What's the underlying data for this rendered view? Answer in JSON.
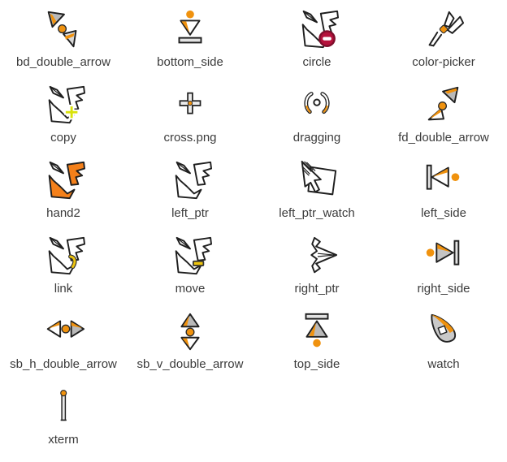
{
  "window": {
    "background": "#ffffff"
  },
  "palette": {
    "outline": "#1f1f1f",
    "orange": "#f0920e",
    "hand_orange": "#f4801a",
    "gray_fill": "#b9b9b9",
    "light_gray": "#e3e3e3",
    "red_badge": "#b5123c",
    "red_badge_ring": "#7e0e2c",
    "yellow_green_plus": "#d9e20a",
    "gold": "#eec50e",
    "label_text": "#3b3b3b"
  },
  "cursor_grid": {
    "items": [
      {
        "label": "bd_double_arrow",
        "icon": "bd-double-arrow-cursor-icon"
      },
      {
        "label": "bottom_side",
        "icon": "bottom-side-cursor-icon"
      },
      {
        "label": "circle",
        "icon": "circle-cursor-icon"
      },
      {
        "label": "color-picker",
        "icon": "color-picker-cursor-icon"
      },
      {
        "label": "copy",
        "icon": "copy-cursor-icon"
      },
      {
        "label": "cross.png",
        "icon": "cross-cursor-icon"
      },
      {
        "label": "dragging",
        "icon": "dragging-cursor-icon"
      },
      {
        "label": "fd_double_arrow",
        "icon": "fd-double-arrow-cursor-icon"
      },
      {
        "label": "hand2",
        "icon": "hand2-cursor-icon"
      },
      {
        "label": "left_ptr",
        "icon": "left-ptr-cursor-icon"
      },
      {
        "label": "left_ptr_watch",
        "icon": "left-ptr-watch-cursor-icon"
      },
      {
        "label": "left_side",
        "icon": "left-side-cursor-icon"
      },
      {
        "label": "link",
        "icon": "link-cursor-icon"
      },
      {
        "label": "move",
        "icon": "move-cursor-icon"
      },
      {
        "label": "right_ptr",
        "icon": "right-ptr-cursor-icon"
      },
      {
        "label": "right_side",
        "icon": "right-side-cursor-icon"
      },
      {
        "label": "sb_h_double_arrow",
        "icon": "sb-h-double-arrow-cursor-icon"
      },
      {
        "label": "sb_v_double_arrow",
        "icon": "sb-v-double-arrow-cursor-icon"
      },
      {
        "label": "top_side",
        "icon": "top-side-cursor-icon"
      },
      {
        "label": "watch",
        "icon": "watch-cursor-icon"
      },
      {
        "label": "xterm",
        "icon": "xterm-cursor-icon"
      }
    ]
  }
}
